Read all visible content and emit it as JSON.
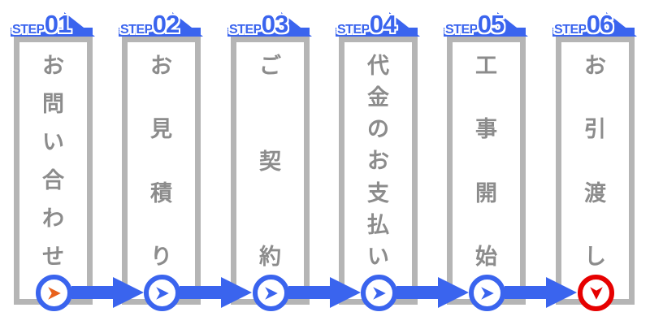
{
  "steps": [
    {
      "badge": "STEP",
      "number": "01",
      "label": "お問い合わせ",
      "glyph": "arrow-right",
      "glyph_color": "#e8611c",
      "ring_color": "#3a64ee"
    },
    {
      "badge": "STEP",
      "number": "02",
      "label": "お見積り",
      "glyph": "arrow-right",
      "glyph_color": "#3a64ee",
      "ring_color": "#3a64ee"
    },
    {
      "badge": "STEP",
      "number": "03",
      "label": "ご契約",
      "glyph": "arrow-right",
      "glyph_color": "#3a64ee",
      "ring_color": "#3a64ee"
    },
    {
      "badge": "STEP",
      "number": "04",
      "label": "代金のお支払い",
      "glyph": "arrow-right",
      "glyph_color": "#3a64ee",
      "ring_color": "#3a64ee"
    },
    {
      "badge": "STEP",
      "number": "05",
      "label": "工事開始",
      "glyph": "arrow-right",
      "glyph_color": "#3a64ee",
      "ring_color": "#3a64ee"
    },
    {
      "badge": "STEP",
      "number": "06",
      "label": "お引渡し",
      "glyph": "arrow-down",
      "glyph_color": "#e60000",
      "ring_color": "#e60000"
    }
  ],
  "colors": {
    "accent_blue": "#3a64ee",
    "card_border": "#b5b5b5",
    "label_text": "#8c8c8c",
    "step1_arrow_orange": "#e8611c",
    "final_red": "#e60000",
    "background": "#ffffff"
  }
}
